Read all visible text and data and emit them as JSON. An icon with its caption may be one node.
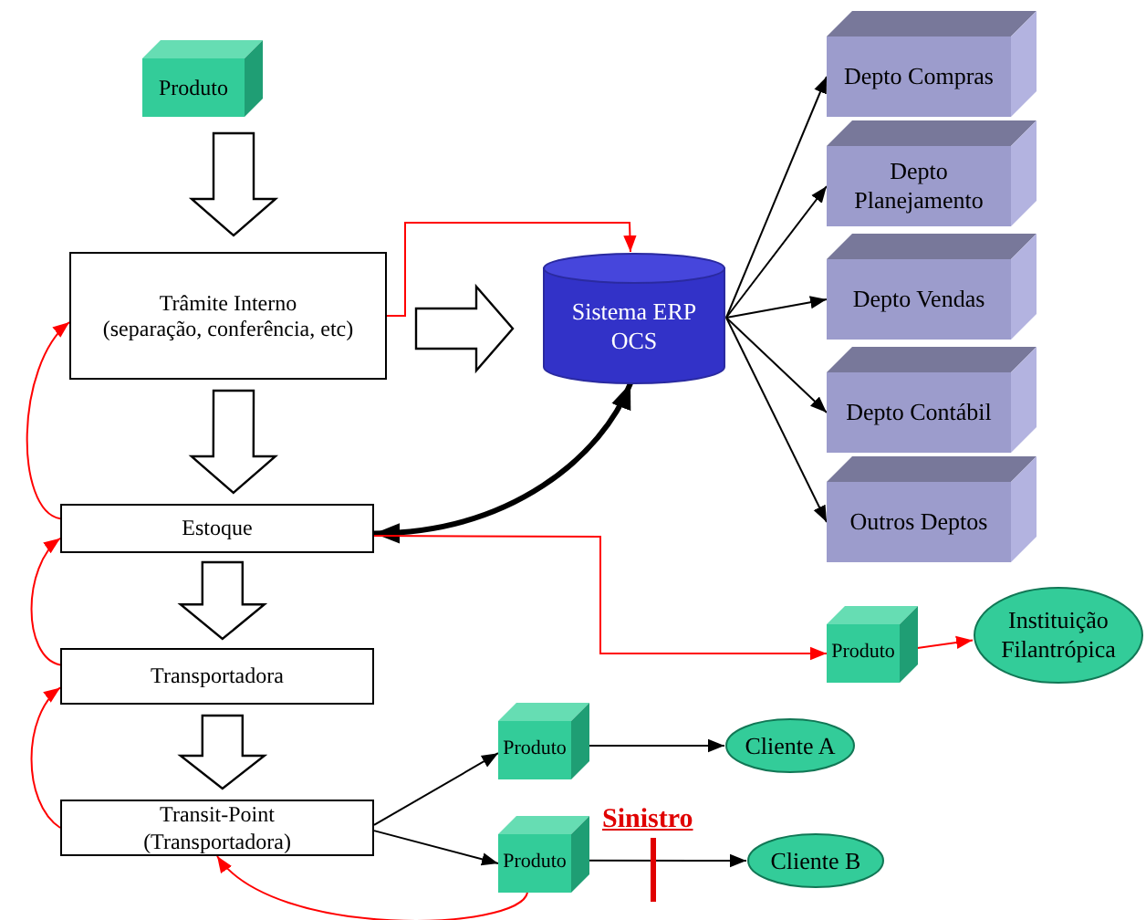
{
  "diagram": {
    "nodes": [
      {
        "text": [
          "Produto"
        ]
      },
      {
        "text": [
          "Trâmite Interno",
          "(separação, conferência, etc)"
        ]
      },
      {
        "text": [
          "Sistema ERP OCS"
        ]
      },
      {
        "text": [
          "Depto Compras"
        ]
      },
      {
        "text": [
          "Depto Planejamento"
        ]
      },
      {
        "text": [
          "Depto Vendas"
        ]
      },
      {
        "text": [
          "Depto Contábil"
        ]
      },
      {
        "text": [
          "Outros Deptos"
        ]
      },
      {
        "text": [
          "Estoque"
        ]
      },
      {
        "text": [
          "Transportadora"
        ]
      },
      {
        "text": [
          "Transit-Point (Transportadora)"
        ]
      },
      {
        "text": [
          "Produto"
        ]
      },
      {
        "text": [
          "Instituição Filantrópica"
        ]
      },
      {
        "text": [
          "Produto"
        ]
      },
      {
        "text": [
          "Cliente A"
        ]
      },
      {
        "text": [
          "Produto"
        ]
      },
      {
        "text": [
          "Cliente B"
        ]
      }
    ],
    "edges": [
      {
        "from": 0,
        "to": 1,
        "arrow": "to",
        "style": "thick"
      },
      {
        "from": 1,
        "to": 2,
        "arrow": "to",
        "style": "thick"
      },
      {
        "from": 1,
        "to": 2,
        "arrow": "to",
        "color": "#ff0000"
      },
      {
        "from": 1,
        "to": 8,
        "arrow": "to",
        "style": "thick"
      },
      {
        "from": 2,
        "to": 3,
        "arrow": "to"
      },
      {
        "from": 2,
        "to": 4,
        "arrow": "to"
      },
      {
        "from": 2,
        "to": 5,
        "arrow": "to"
      },
      {
        "from": 2,
        "to": 6,
        "arrow": "to"
      },
      {
        "from": 2,
        "to": 7,
        "arrow": "to"
      },
      {
        "from": 2,
        "to": 8,
        "arrow": "both",
        "style": "thick"
      },
      {
        "from": 8,
        "to": 9,
        "arrow": "to",
        "style": "thick"
      },
      {
        "from": 9,
        "to": 10,
        "arrow": "to",
        "style": "thick"
      },
      {
        "from": 8,
        "to": 11,
        "arrow": "to",
        "color": "#ff0000"
      },
      {
        "from": 11,
        "to": 12,
        "arrow": "to",
        "color": "#ff0000"
      },
      {
        "from": 10,
        "to": 13,
        "arrow": "to"
      },
      {
        "from": 10,
        "to": 15,
        "arrow": "to"
      },
      {
        "from": 13,
        "to": 14,
        "arrow": "to"
      },
      {
        "from": 15,
        "to": 16,
        "arrow": "to"
      },
      {
        "from": 8,
        "to": 1,
        "arrow": "to",
        "color": "#ff0000"
      },
      {
        "from": 9,
        "to": 8,
        "arrow": "to",
        "color": "#ff0000"
      },
      {
        "from": 10,
        "to": 9,
        "arrow": "to",
        "color": "#ff0000"
      },
      {
        "from": 15,
        "to": 10,
        "arrow": "to",
        "color": "#ff0000"
      }
    ],
    "labels": [
      "Sinistro"
    ]
  }
}
